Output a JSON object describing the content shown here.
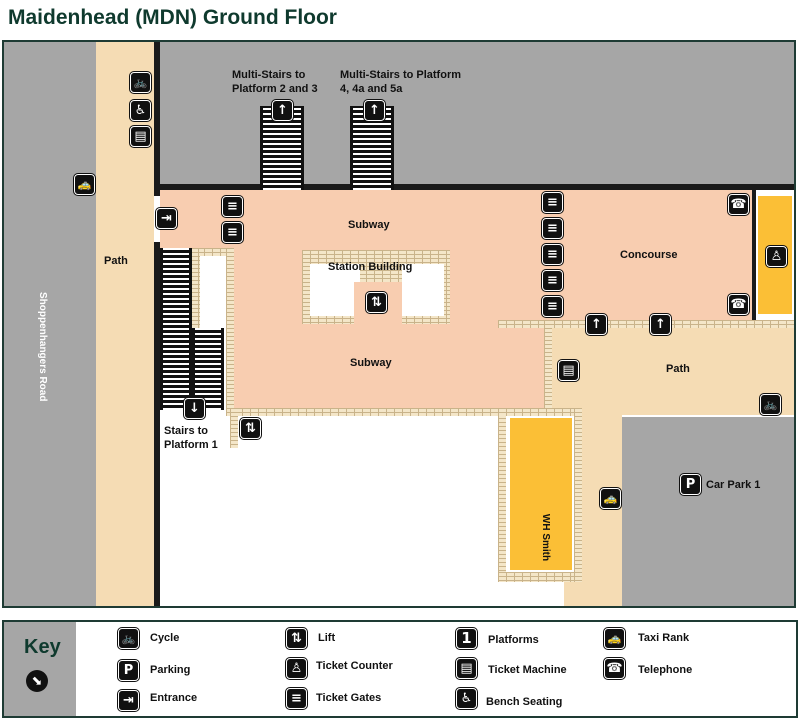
{
  "title": "Maidenhead (MDN) Ground Floor",
  "labels": {
    "multi_stairs_23": "Multi-Stairs to Platform 2 and 3",
    "multi_stairs_45": "Multi-Stairs to Platform 4, 4a and 5a",
    "subway_top": "Subway",
    "subway_bottom": "Subway",
    "station_building": "Station Building",
    "concourse": "Concourse",
    "path_left": "Path",
    "path_right": "Path",
    "stairs_platform1": "Stairs to Platform 1",
    "wh_smith": "WH Smith",
    "car_park": "Car Park 1",
    "road": "Shoppenhangers Road"
  },
  "icons": {
    "cycle": "🚲",
    "parking": "P",
    "entrance": "⇥",
    "lift": "⇅",
    "ticket_counter": "♙",
    "ticket_gates": "≡",
    "platforms": "1",
    "ticket_machine": "▤",
    "bench": "♿",
    "taxi": "🚕",
    "telephone": "☎",
    "up": "↑",
    "down": "↓",
    "compass": "⬊"
  },
  "key": {
    "title": "Key",
    "items": [
      {
        "label": "Cycle",
        "icon": "🚲"
      },
      {
        "label": "Parking",
        "icon": "P"
      },
      {
        "label": "Entrance",
        "icon": "⇥"
      },
      {
        "label": "Lift",
        "icon": "⇅"
      },
      {
        "label": "Ticket Counter",
        "icon": "♙"
      },
      {
        "label": "Ticket Gates",
        "icon": "≡"
      },
      {
        "label": "Platforms",
        "icon": "1"
      },
      {
        "label": "Ticket Machine",
        "icon": "▤"
      },
      {
        "label": "Bench Seating",
        "icon": "♿"
      },
      {
        "label": "Taxi Rank",
        "icon": "🚕"
      },
      {
        "label": "Telephone",
        "icon": "☎"
      }
    ]
  },
  "colors": {
    "heading": "#0f3a2e",
    "subway": "#f8cdb0",
    "path": "#f5dcb4",
    "retail": "#fbbf36",
    "road": "#a6a6a6"
  }
}
